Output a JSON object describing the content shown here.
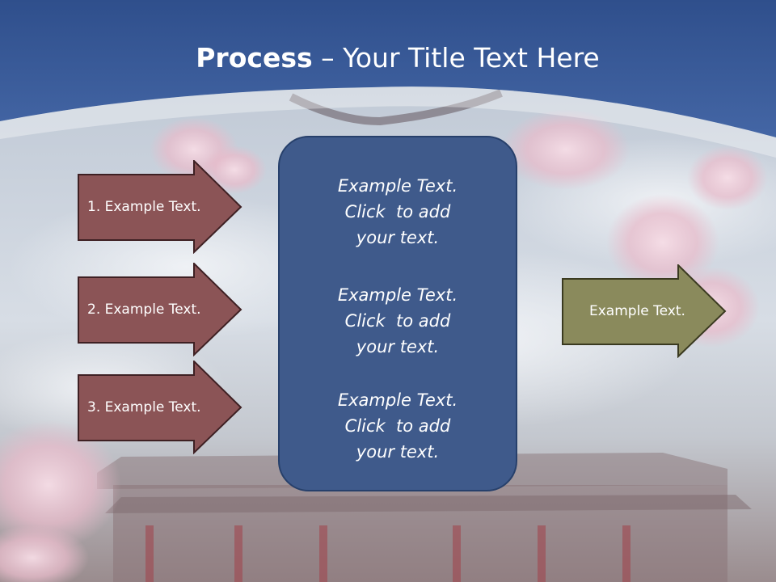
{
  "title": {
    "bold": "Process",
    "rest": " – Your Title Text Here"
  },
  "left_arrows": [
    {
      "label": "1. Example Text."
    },
    {
      "label": "2. Example Text."
    },
    {
      "label": "3. Example Text."
    }
  ],
  "center_box": {
    "blocks": [
      {
        "lines": [
          "Example Text.",
          "Click  to add",
          "your text."
        ]
      },
      {
        "lines": [
          "Example Text.",
          "Click  to add",
          "your text."
        ]
      },
      {
        "lines": [
          "Example Text.",
          "Click  to add",
          "your text."
        ]
      }
    ]
  },
  "right_arrow": {
    "label": "Example Text."
  },
  "colors": {
    "header": "#3e5c99",
    "left_arrow_fill": "#8b5456",
    "right_arrow_fill": "#8a8a5c",
    "center_box_fill": "#3f5a8b"
  }
}
